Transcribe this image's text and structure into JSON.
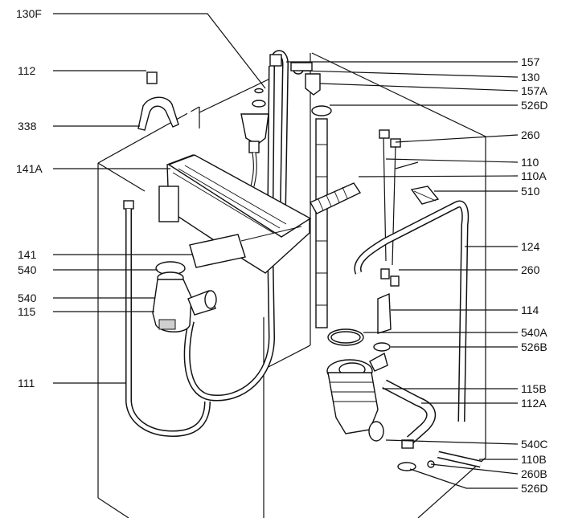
{
  "diagram": {
    "labels": {
      "l130F": "130F",
      "l112": "112",
      "l338": "338",
      "l141A": "141A",
      "l141": "141",
      "l540a": "540",
      "l540b": "540",
      "l115": "115",
      "l111": "111",
      "l157": "157",
      "l130": "130",
      "l157A": "157A",
      "l526D": "526D",
      "l260a": "260",
      "l110": "110",
      "l110A": "110A",
      "l510": "510",
      "l124": "124",
      "l260b": "260",
      "l114": "114",
      "l540A": "540A",
      "l526B": "526B",
      "l115B": "115B",
      "l112A": "112A",
      "l540C": "540C",
      "l110B": "110B",
      "l260B": "260B",
      "l526D2": "526D"
    }
  }
}
